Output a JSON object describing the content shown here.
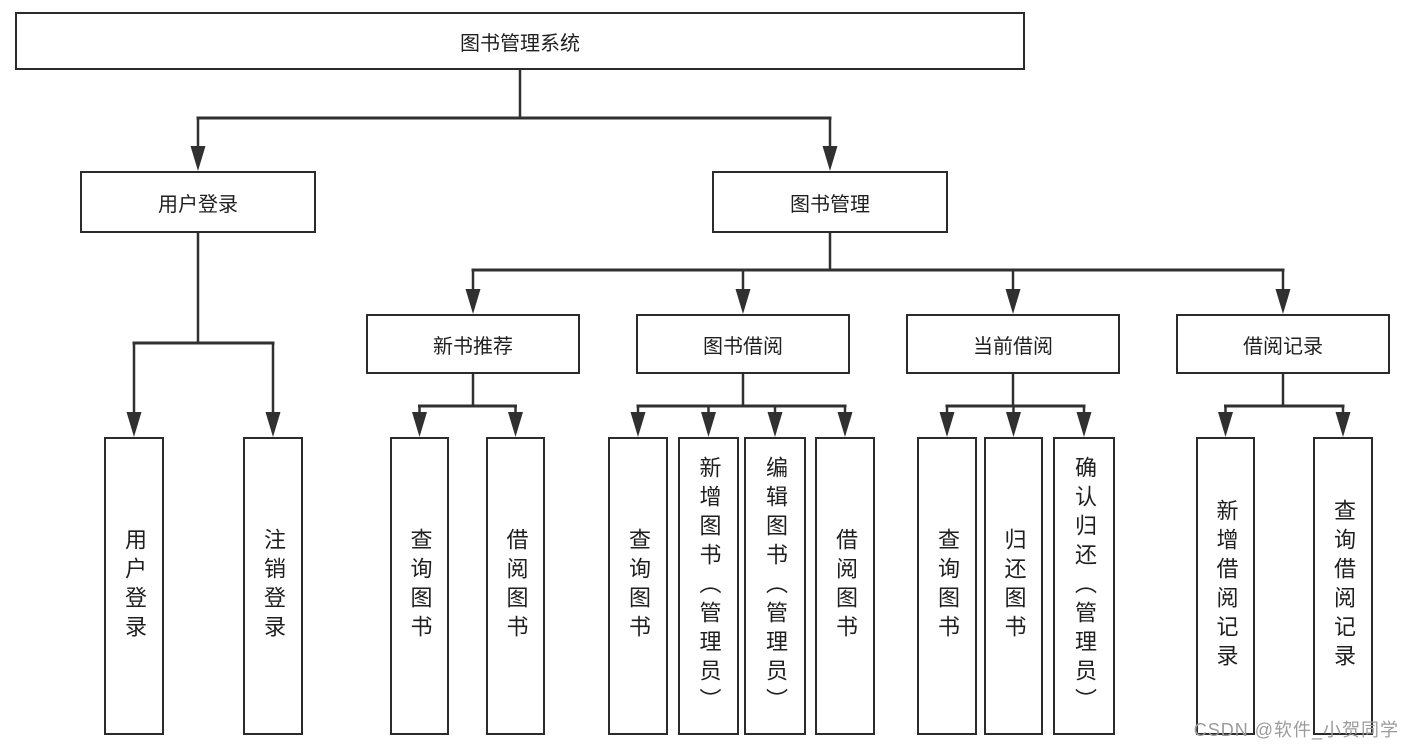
{
  "diagram": {
    "nodes": [
      {
        "id": "system",
        "label": "图书管理系统",
        "parent": null
      },
      {
        "id": "user-login-group",
        "label": "用户登录",
        "parent": "system"
      },
      {
        "id": "book-management",
        "label": "图书管理",
        "parent": "system"
      },
      {
        "id": "new-book-recommend",
        "label": "新书推荐",
        "parent": "book-management"
      },
      {
        "id": "book-borrowing",
        "label": "图书借阅",
        "parent": "book-management"
      },
      {
        "id": "current-borrowing",
        "label": "当前借阅",
        "parent": "book-management"
      },
      {
        "id": "borrowing-records",
        "label": "借阅记录",
        "parent": "book-management"
      },
      {
        "id": "user-login",
        "label": "用户登录",
        "parent": "user-login-group"
      },
      {
        "id": "logout-login",
        "label": "注销登录",
        "parent": "user-login-group"
      },
      {
        "id": "query-books-recommend",
        "label": "查询图书",
        "parent": "new-book-recommend"
      },
      {
        "id": "borrow-books-recommend",
        "label": "借阅图书",
        "parent": "new-book-recommend"
      },
      {
        "id": "query-books-borrowing",
        "label": "查询图书",
        "parent": "book-borrowing"
      },
      {
        "id": "add-books-admin",
        "label": "新增图书（管理员）",
        "parent": "book-borrowing"
      },
      {
        "id": "edit-books-admin",
        "label": "编辑图书（管理员）",
        "parent": "book-borrowing"
      },
      {
        "id": "borrow-books",
        "label": "借阅图书",
        "parent": "book-borrowing"
      },
      {
        "id": "query-books-current",
        "label": "查询图书",
        "parent": "current-borrowing"
      },
      {
        "id": "return-books",
        "label": "归还图书",
        "parent": "current-borrowing"
      },
      {
        "id": "confirm-return-admin",
        "label": "确认归还（管理员）",
        "parent": "current-borrowing"
      },
      {
        "id": "add-borrow-record",
        "label": "新增借阅记录",
        "parent": "borrowing-records"
      },
      {
        "id": "query-borrow-record",
        "label": "查询借阅记录",
        "parent": "borrowing-records"
      }
    ]
  },
  "watermark": {
    "text": "CSDN @软件_小贺同学"
  },
  "colors": {
    "line": "#303030",
    "box_border": "#2b2b2b",
    "background": "#ffffff",
    "text": "#1f1f1f",
    "watermark": "#9b9b9b"
  }
}
